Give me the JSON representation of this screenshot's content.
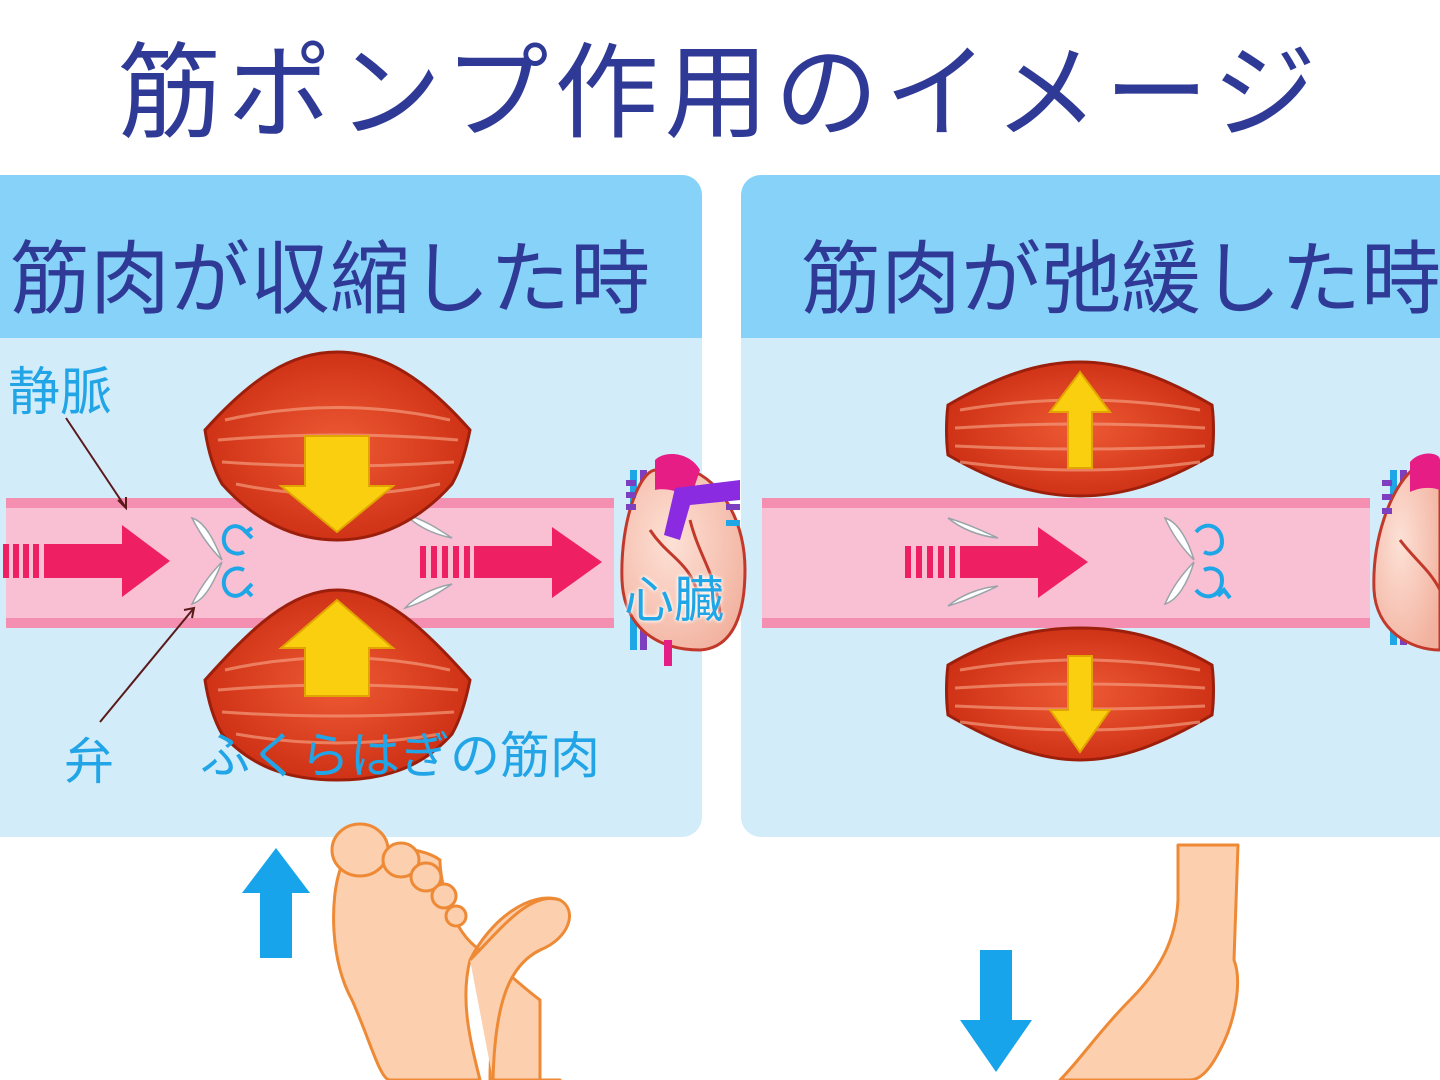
{
  "title": "筋ポンプ作用のイメージ",
  "panels": {
    "left": {
      "heading": "筋肉が収縮した時"
    },
    "right": {
      "heading": "筋肉が弛緩した時"
    }
  },
  "labels": {
    "vein": "静脈",
    "valve": "弁",
    "calf_muscle": "ふくらはぎの筋肉",
    "heart": "心臓"
  },
  "colors": {
    "title": "#2f3a96",
    "panel_head": "#86d2f8",
    "panel_body": "#d3ecfa",
    "label": "#21a5e6",
    "vein": "#f9c0d4",
    "vein_edge": "#f48fb1",
    "flow_arrow": "#ee1f63",
    "muscle": "#de3a1c",
    "muscle_arrow": "#f9cf0f",
    "foot_arrow": "#17a4eb",
    "foot_skin": "#fccfae",
    "foot_outline": "#ee8a36"
  },
  "icons": {
    "left_foot_arrow": "arrow-up-icon",
    "right_foot_arrow": "arrow-down-icon"
  }
}
